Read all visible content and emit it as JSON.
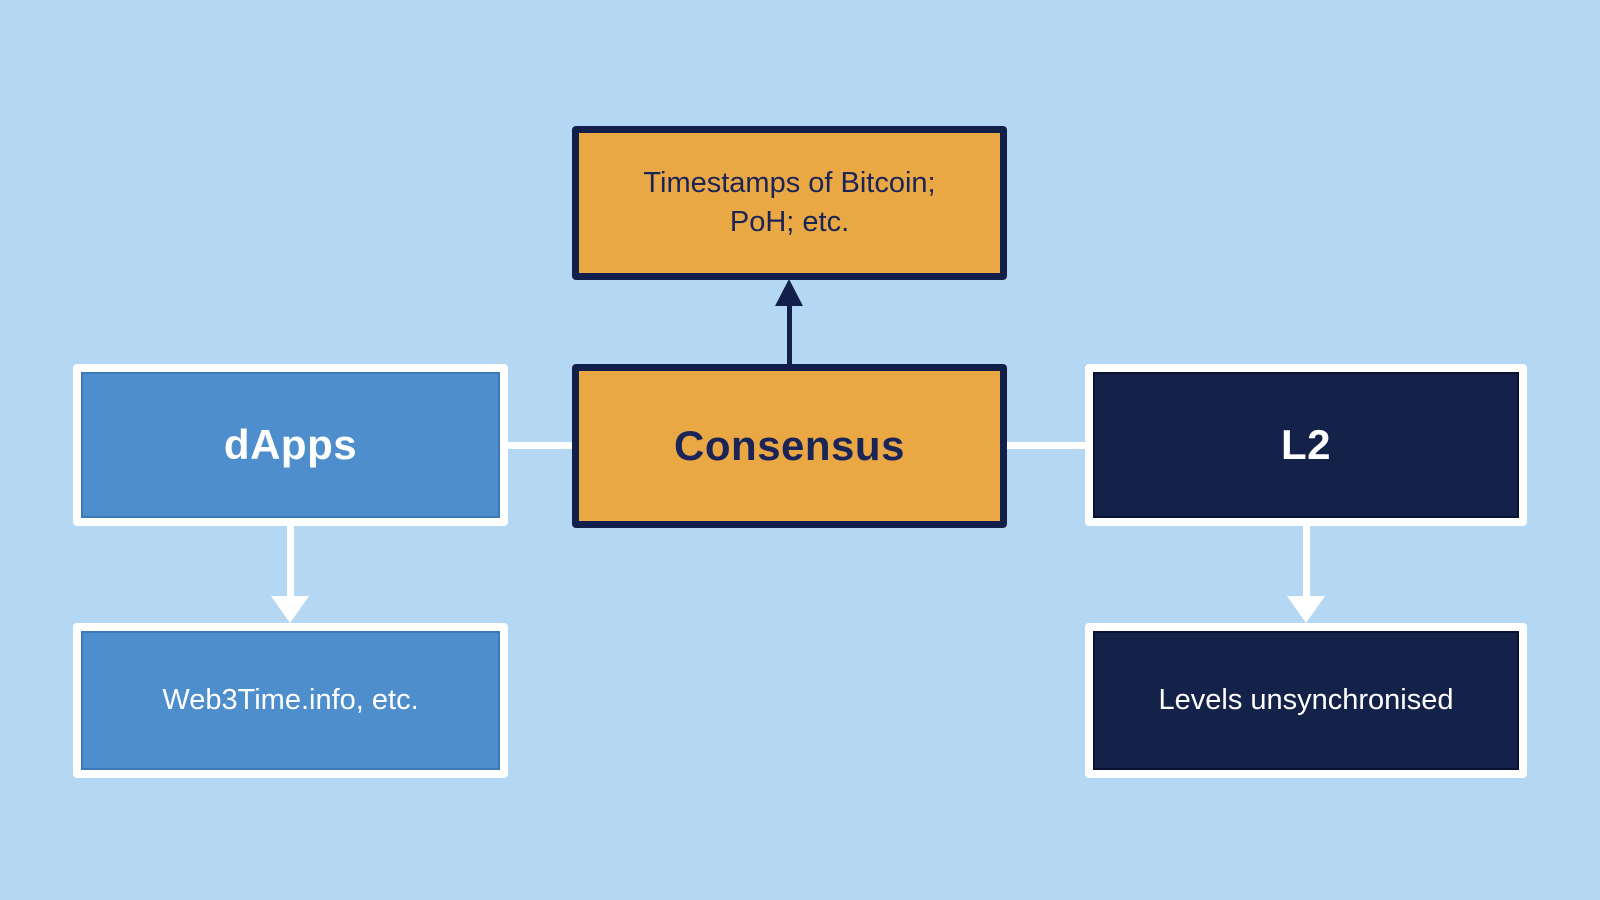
{
  "diagram": {
    "background_color": "#B4D8F3",
    "colors": {
      "orange_fill": "#EAA845",
      "blue_fill": "#4E8ECD",
      "navy_fill": "#142149",
      "navy_border": "#131F4B",
      "white": "#FFFFFF"
    },
    "nodes": {
      "timestamps": {
        "line1": "Timestamps of Bitcoin;",
        "line2": "PoH; etc."
      },
      "dapps": {
        "label": "dApps"
      },
      "consensus": {
        "label": "Consensus"
      },
      "l2": {
        "label": "L2"
      },
      "web3time": {
        "label": "Web3Time.info, etc."
      },
      "levels": {
        "label": "Levels unsynchronised"
      }
    },
    "edges": [
      {
        "from": "consensus",
        "to": "timestamps",
        "type": "arrow",
        "color": "#131F4B"
      },
      {
        "from": "dapps",
        "to": "consensus",
        "type": "line",
        "color": "#FFFFFF"
      },
      {
        "from": "consensus",
        "to": "l2",
        "type": "line",
        "color": "#FFFFFF"
      },
      {
        "from": "dapps",
        "to": "web3time",
        "type": "arrow",
        "color": "#FFFFFF"
      },
      {
        "from": "l2",
        "to": "levels",
        "type": "arrow",
        "color": "#FFFFFF"
      }
    ]
  }
}
